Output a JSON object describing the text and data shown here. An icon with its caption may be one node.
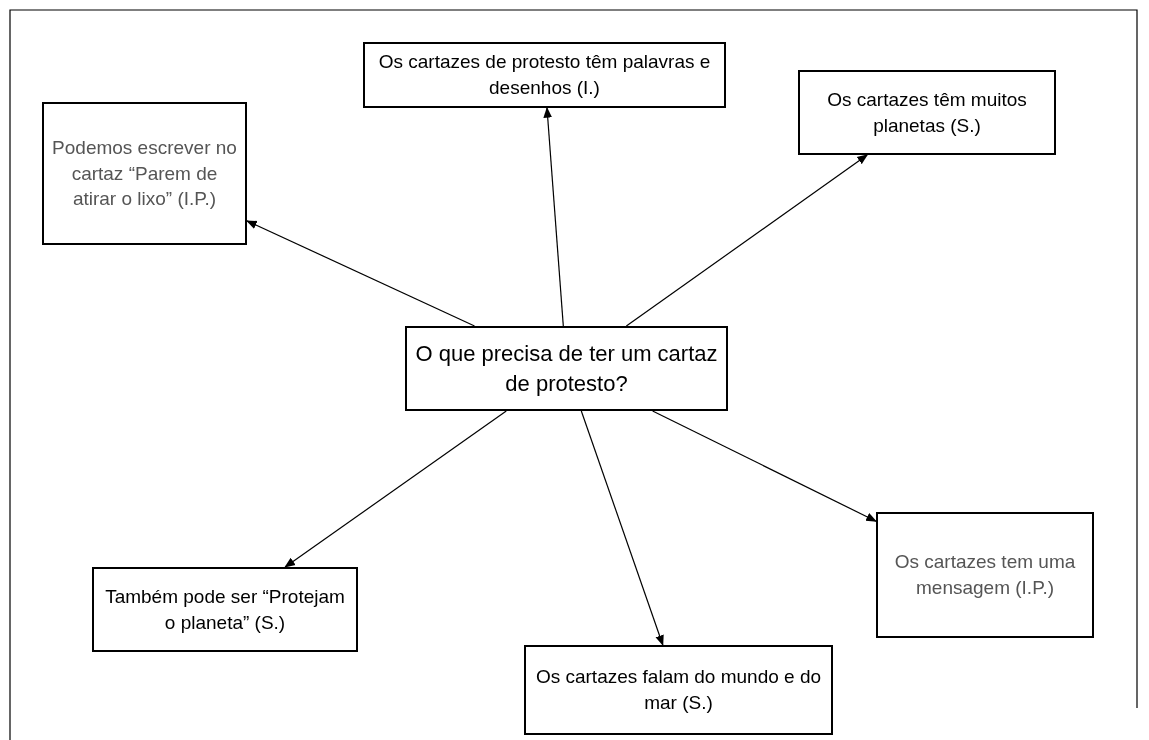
{
  "diagram": {
    "nodes": [
      {
        "text": [
          "O que precisa de ter um cartaz de protesto?"
        ]
      },
      {
        "text": [
          "Os cartazes de protesto têm palavras e desenhos (I.)"
        ]
      },
      {
        "text": [
          "Podemos escrever no cartaz “Parem de atirar o lixo” (I.P.)"
        ]
      },
      {
        "text": [
          "Os cartazes têm muitos planetas (S.)"
        ]
      },
      {
        "text": [
          "Também pode ser “Protejam o planeta” (S.)"
        ]
      },
      {
        "text": [
          "Os cartazes falam do mundo e do mar (S.)"
        ]
      },
      {
        "text": [
          "Os cartazes tem uma mensagem (I.P.)"
        ]
      }
    ],
    "edges": [
      {
        "from": 0,
        "to": 1,
        "arrow": "to"
      },
      {
        "from": 0,
        "to": 2,
        "arrow": "to"
      },
      {
        "from": 0,
        "to": 3,
        "arrow": "to"
      },
      {
        "from": 0,
        "to": 4,
        "arrow": "to"
      },
      {
        "from": 0,
        "to": 5,
        "arrow": "to"
      },
      {
        "from": 0,
        "to": 6,
        "arrow": "to"
      }
    ]
  }
}
